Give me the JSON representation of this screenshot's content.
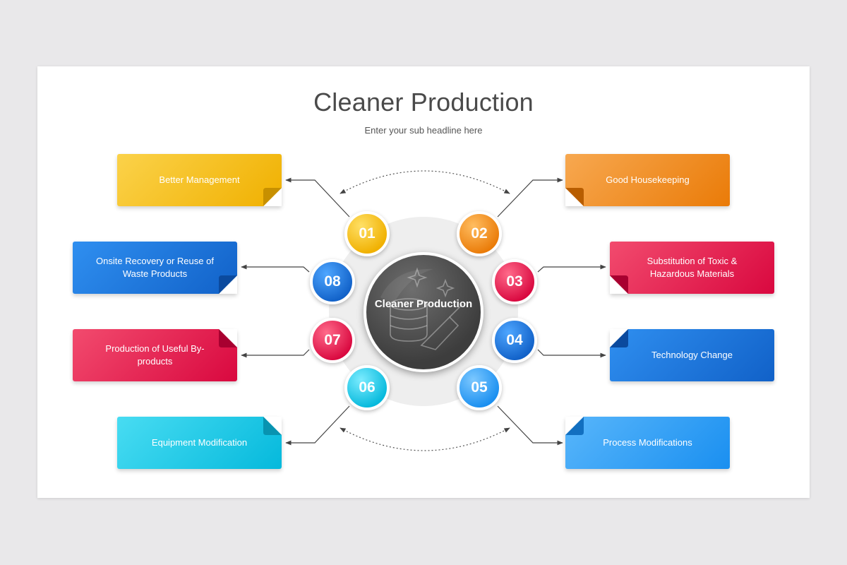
{
  "title": "Cleaner Production",
  "subtitle": "Enter your sub headline here",
  "hub": {
    "label": "Cleaner Production",
    "icon": "cleaning-broom-icon"
  },
  "steps": [
    {
      "number": "01",
      "label": "Better Management",
      "color": "#f0b000"
    },
    {
      "number": "02",
      "label": "Good Housekeeping",
      "color": "#ea7b08"
    },
    {
      "number": "03",
      "label": "Substitution of Toxic & Hazardous Materials",
      "color": "#d9083f"
    },
    {
      "number": "04",
      "label": "Technology Change",
      "color": "#1161c8"
    },
    {
      "number": "05",
      "label": "Process Modifications",
      "color": "#1a8ff0"
    },
    {
      "number": "06",
      "label": "Equipment Modification",
      "color": "#05b9dc"
    },
    {
      "number": "07",
      "label": "Production of Useful By-products",
      "color": "#d9083f"
    },
    {
      "number": "08",
      "label": "Onsite Recovery or Reuse of Waste Products",
      "color": "#1161c8"
    }
  ]
}
